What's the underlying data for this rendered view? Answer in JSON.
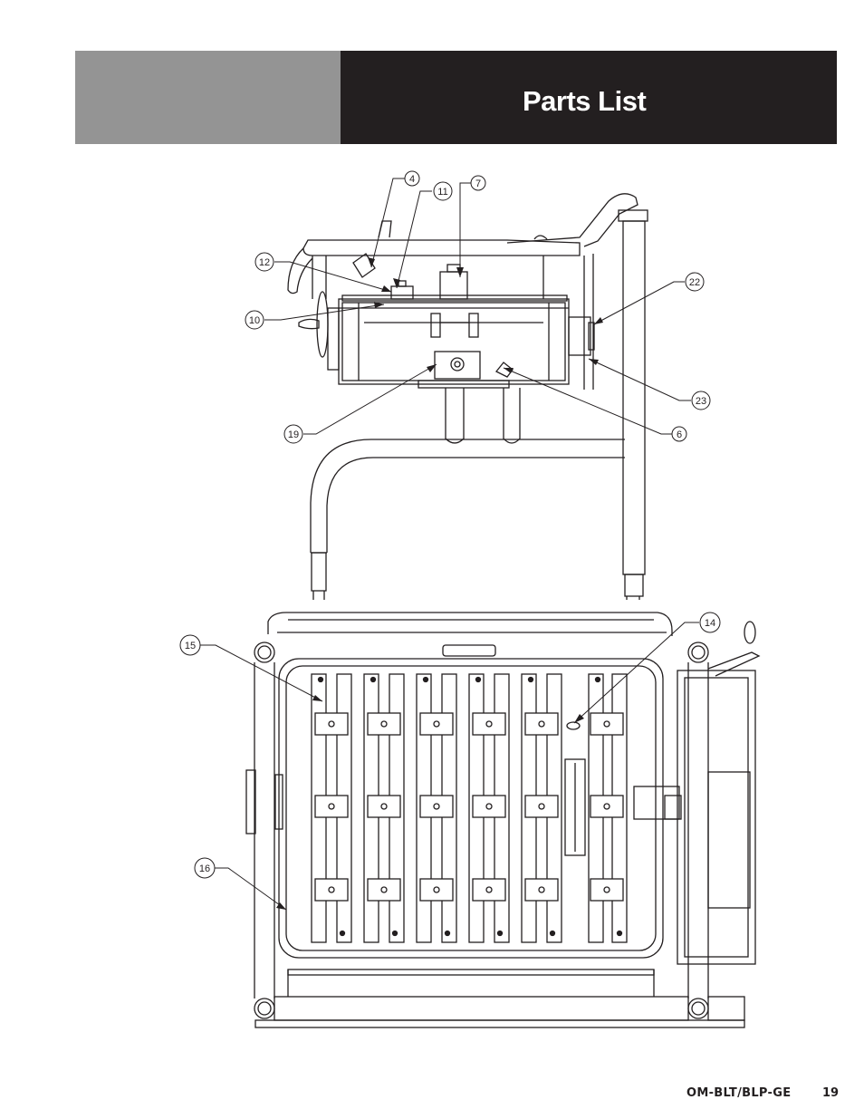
{
  "header": {
    "title": "Parts List"
  },
  "callouts": {
    "c4": "4",
    "c11": "11",
    "c7": "7",
    "c12": "12",
    "c10": "10",
    "c22": "22",
    "c23": "23",
    "c6": "6",
    "c19": "19",
    "c14": "14",
    "c15": "15",
    "c16": "16"
  },
  "footer": {
    "doc_code": "OM-BLT/BLP-GE",
    "page_number": "19"
  }
}
